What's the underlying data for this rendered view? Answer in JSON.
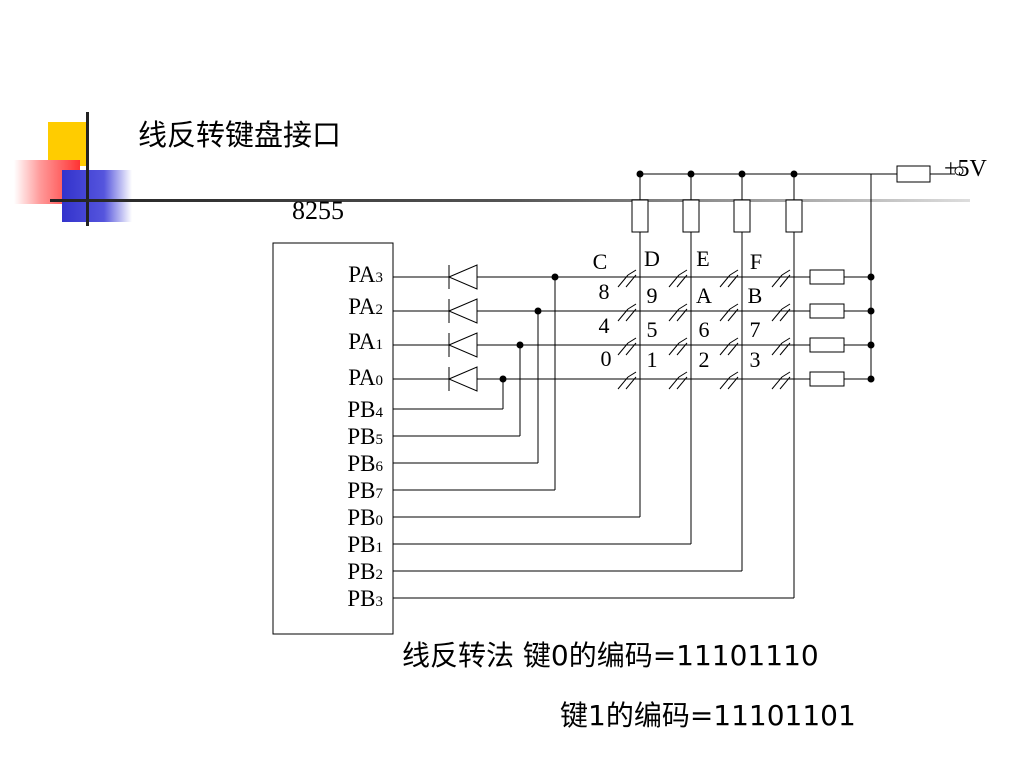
{
  "title": "线反转键盘接口",
  "chip": {
    "name": "8255",
    "pins": [
      {
        "base": "PA",
        "sub": "3"
      },
      {
        "base": "PA",
        "sub": "2"
      },
      {
        "base": "PA",
        "sub": "1"
      },
      {
        "base": "PA",
        "sub": "0"
      },
      {
        "base": "PB",
        "sub": "4"
      },
      {
        "base": "PB",
        "sub": "5"
      },
      {
        "base": "PB",
        "sub": "6"
      },
      {
        "base": "PB",
        "sub": "7"
      },
      {
        "base": "PB",
        "sub": "0"
      },
      {
        "base": "PB",
        "sub": "1"
      },
      {
        "base": "PB",
        "sub": "2"
      },
      {
        "base": "PB",
        "sub": "3"
      }
    ]
  },
  "power_label": "+5V",
  "keys": [
    [
      "C",
      "D",
      "E",
      "F"
    ],
    [
      "8",
      "9",
      "A",
      "B"
    ],
    [
      "4",
      "5",
      "6",
      "7"
    ],
    [
      "0",
      "1",
      "2",
      "3"
    ]
  ],
  "caption": {
    "line1": "线反转法  键0的编码=11101110",
    "line2": "键1的编码=11101101"
  },
  "colors": {
    "logo_yellow": "#ffcc00",
    "logo_red": "#ff3333",
    "logo_blue": "#3333cc",
    "line": "#000000"
  }
}
